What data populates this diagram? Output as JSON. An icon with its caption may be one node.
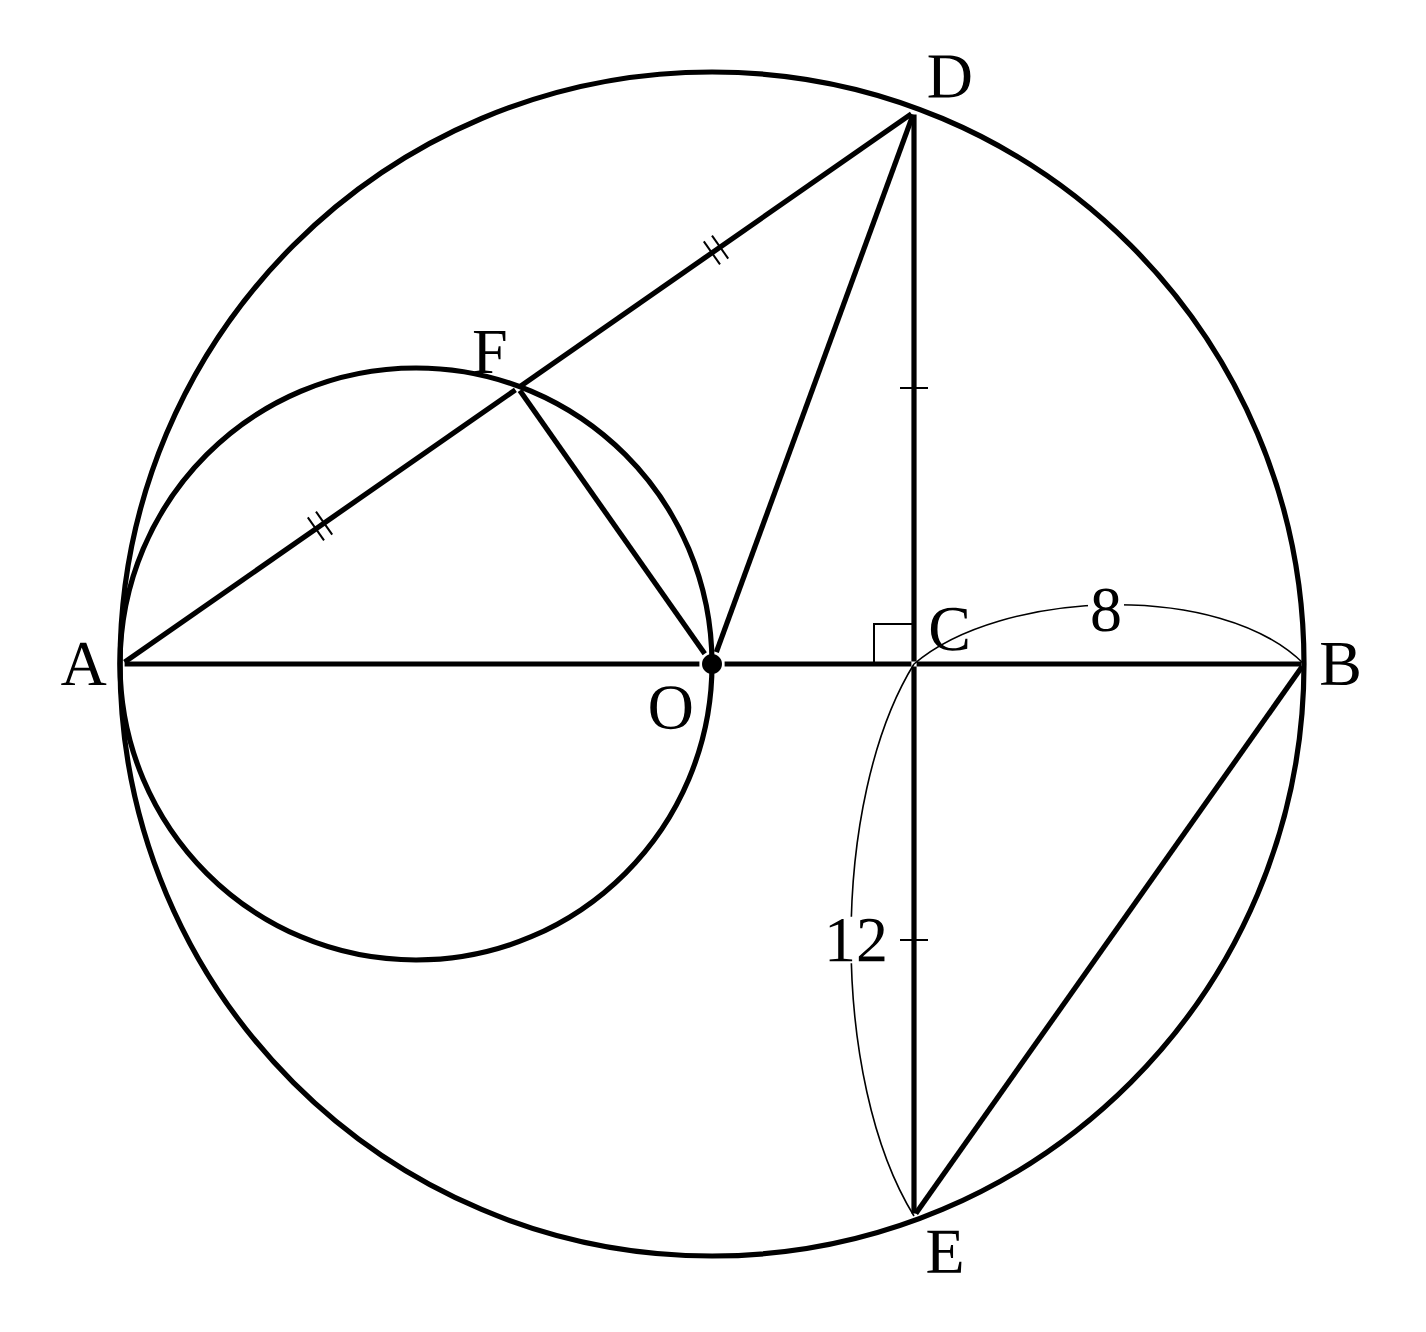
{
  "diagram": {
    "nodes": [
      {
        "text": [
          "A"
        ]
      },
      {
        "text": [
          "B"
        ]
      },
      {
        "text": [
          "C"
        ]
      },
      {
        "text": [
          "D"
        ]
      },
      {
        "text": [
          "E"
        ]
      },
      {
        "text": [
          "F"
        ]
      },
      {
        "text": [
          "O"
        ]
      }
    ],
    "edges": [
      {
        "from": 0,
        "to": 5,
        "arrow": "none"
      },
      {
        "from": 5,
        "to": 3,
        "arrow": "none"
      },
      {
        "from": 0,
        "to": 6,
        "arrow": "none"
      },
      {
        "from": 6,
        "to": 2,
        "arrow": "none"
      },
      {
        "from": 2,
        "to": 1,
        "arrow": "none"
      },
      {
        "from": 5,
        "to": 6,
        "arrow": "none"
      },
      {
        "from": 6,
        "to": 3,
        "arrow": "none"
      },
      {
        "from": 3,
        "to": 2,
        "arrow": "none"
      },
      {
        "from": 2,
        "to": 4,
        "arrow": "none"
      },
      {
        "from": 4,
        "to": 1,
        "arrow": "none"
      }
    ],
    "labels": [
      "8",
      "12"
    ]
  }
}
